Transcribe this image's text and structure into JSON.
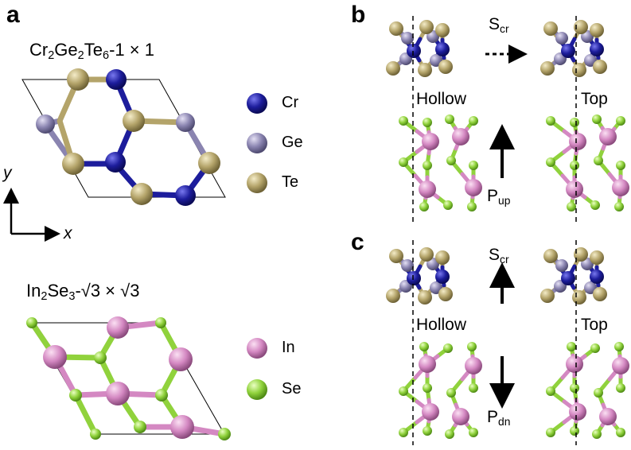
{
  "panels": {
    "a": {
      "letter": "a",
      "cgt_formula": {
        "base": "Cr",
        "s1": "2",
        "mid": "Ge",
        "s2": "2",
        "mid2": "Te",
        "s3": "6",
        "tail": "-1 × 1"
      },
      "ins_formula": {
        "base": "In",
        "s1": "2",
        "mid": "Se",
        "s2": "3",
        "tail": "-√3 × √3"
      },
      "axis": {
        "x": "x",
        "y": "y"
      },
      "legend_top": [
        {
          "label": "Cr",
          "color": "#1d1d9c"
        },
        {
          "label": "Ge",
          "color": "#8a84b0"
        },
        {
          "label": "Te",
          "color": "#b4a46a"
        }
      ],
      "legend_bottom": [
        {
          "label": "In",
          "color": "#d488c2"
        },
        {
          "label": "Se",
          "color": "#90d23c"
        }
      ]
    },
    "b": {
      "letter": "b",
      "label_left": "Hollow",
      "label_right": "Top",
      "shift_label": {
        "base": "S",
        "sub": "cr"
      },
      "polar_label": {
        "base": "P",
        "sub": "up"
      }
    },
    "c": {
      "letter": "c",
      "label_left": "Hollow",
      "label_right": "Top",
      "shift_label": {
        "base": "S",
        "sub": "cr"
      },
      "polar_label": {
        "base": "P",
        "sub": "dn"
      }
    }
  },
  "colors": {
    "cr": "#1d1d9c",
    "ge": "#8a84b0",
    "te": "#b4a46a",
    "in": "#d488c2",
    "se": "#90d23c"
  }
}
